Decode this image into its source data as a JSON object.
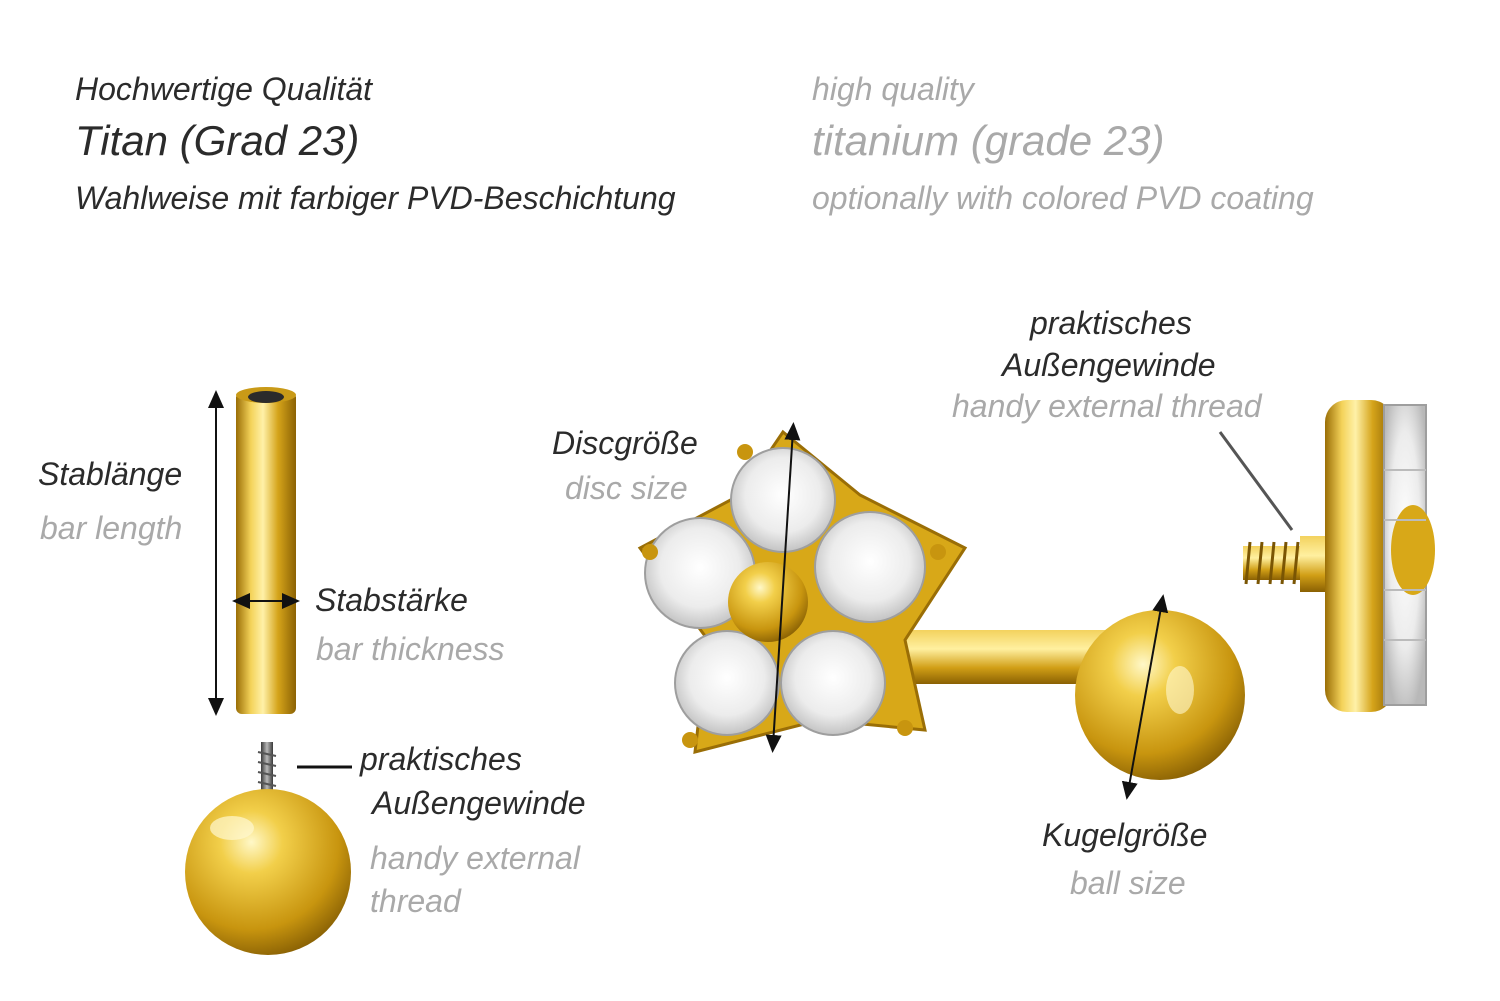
{
  "header": {
    "de_quality": "Hochwertige Qualität",
    "de_material": "Titan (Grad 23)",
    "de_coating": "Wahlweise mit farbiger PVD-Beschichtung",
    "en_quality": "high quality",
    "en_material": "titanium (grade 23)",
    "en_coating": "optionally with colored PVD coating"
  },
  "labels": {
    "bar_length_de": "Stablänge",
    "bar_length_en": "bar length",
    "bar_thickness_de": "Stabstärke",
    "bar_thickness_en": "bar thickness",
    "thread_left_de_line1": "praktisches",
    "thread_left_de_line2": "Außengewinde",
    "thread_left_en_line1": "handy external",
    "thread_left_en_line2": "thread",
    "disc_size_de": "Discgröße",
    "disc_size_en": "disc size",
    "thread_right_de_line1": "praktisches",
    "thread_right_de_line2": "Außengewinde",
    "thread_right_en": "handy external thread",
    "ball_size_de": "Kugelgröße",
    "ball_size_en": "ball size"
  },
  "colors": {
    "gold": "#d8a818",
    "gold_dark": "#a77a08",
    "gold_light": "#f7e07a",
    "crystal": "#e6e6e6",
    "text_dark": "#2b2b2b",
    "text_light": "#a9a9a9"
  }
}
